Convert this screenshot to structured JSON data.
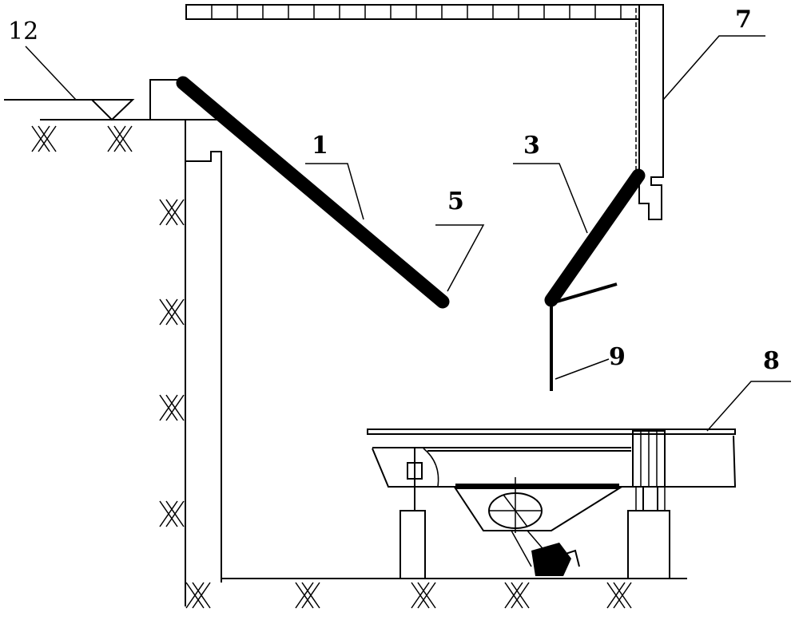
{
  "labels": {
    "l12": "12",
    "l1": "1",
    "l5": "5",
    "l3": "3",
    "l7": "7",
    "l9": "9",
    "l8": "8"
  },
  "colors": {
    "ink": "#000000",
    "background": "#ffffff"
  }
}
